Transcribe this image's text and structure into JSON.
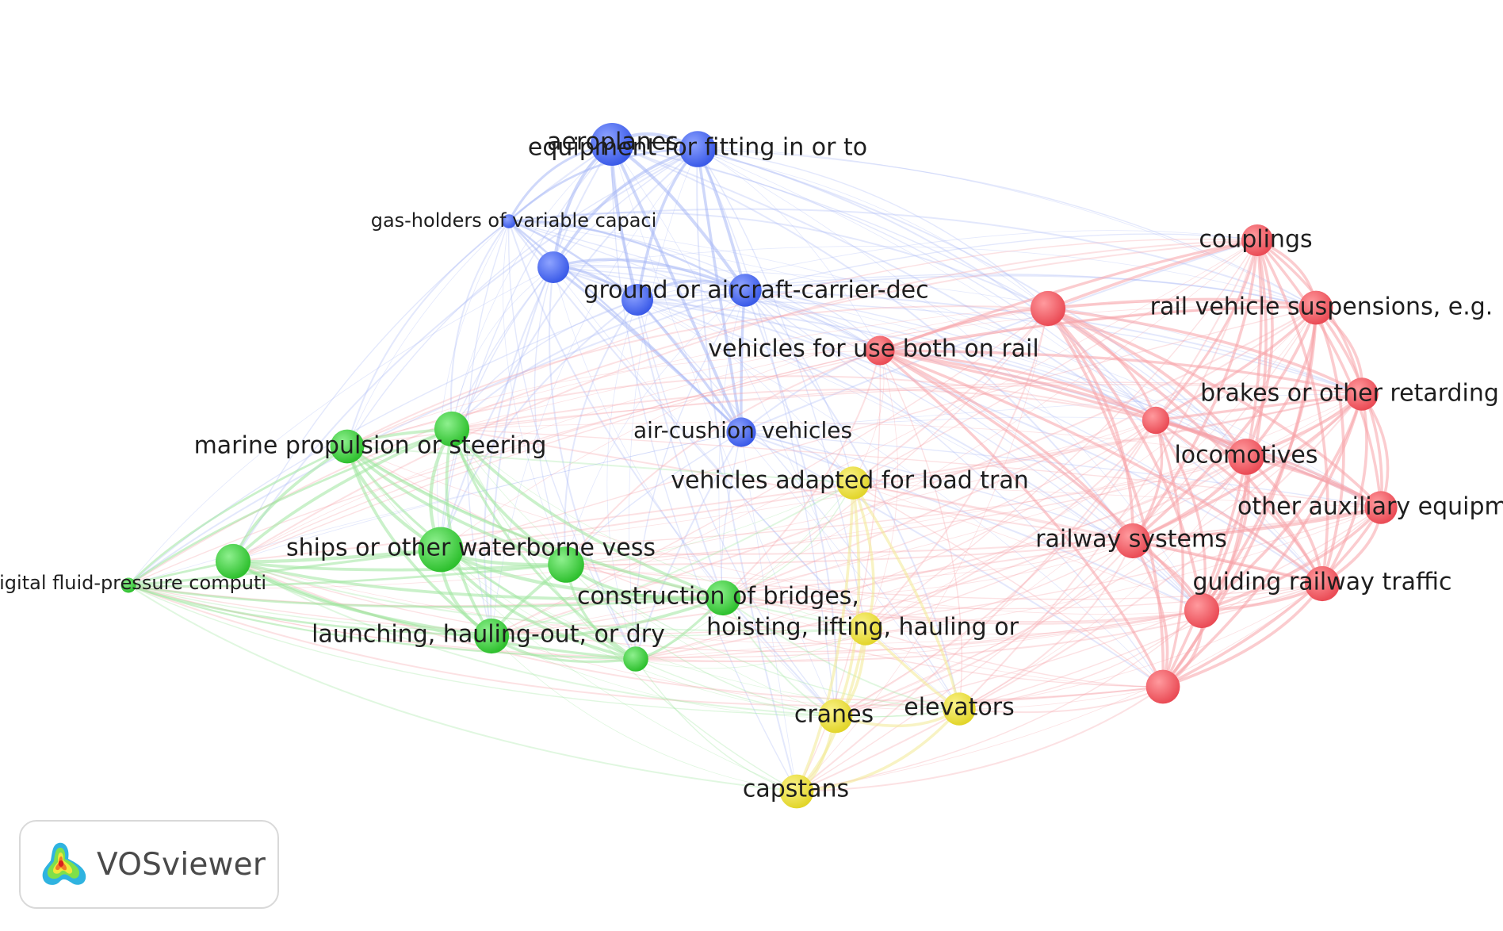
{
  "app": {
    "logo_text": "VOSviewer"
  },
  "clusters": {
    "red": "#f2545b",
    "green": "#3fd13f",
    "blue": "#4a6cf0",
    "yellow": "#ecde3a"
  },
  "edge_colors": {
    "red": "#f7a3a8",
    "green": "#9fe69f",
    "blue": "#a7b8f5",
    "yellow": "#f3ea93"
  },
  "nodes": [
    {
      "id": "aeroplanes",
      "label": "aeroplanes",
      "cluster": "blue",
      "weight": 3.0,
      "label_size": 30
    },
    {
      "id": "equipment",
      "label": "equipment for fitting in or to",
      "cluster": "blue",
      "weight": 2.4,
      "label_size": 30
    },
    {
      "id": "gasholders",
      "label": "gas-holders of variable capaci",
      "cluster": "blue",
      "weight": 0.4,
      "label_size": 24
    },
    {
      "id": "blue4",
      "label": "",
      "cluster": "blue",
      "weight": 2.0,
      "label_size": 0
    },
    {
      "id": "blue5",
      "label": "",
      "cluster": "blue",
      "weight": 2.0,
      "label_size": 0
    },
    {
      "id": "ground",
      "label": "ground or aircraft-carrier-dec",
      "cluster": "blue",
      "weight": 2.1,
      "label_size": 30
    },
    {
      "id": "aircushion",
      "label": "air-cushion vehicles",
      "cluster": "blue",
      "weight": 1.8,
      "label_size": 28
    },
    {
      "id": "vehiclesrail",
      "label": "vehicles for use both on rail",
      "cluster": "red",
      "weight": 1.8,
      "label_size": 30
    },
    {
      "id": "couplings",
      "label": "couplings",
      "cluster": "red",
      "weight": 2.0,
      "label_size": 30
    },
    {
      "id": "red2",
      "label": "",
      "cluster": "red",
      "weight": 2.3,
      "label_size": 0
    },
    {
      "id": "suspensions",
      "label": "rail vehicle suspensions, e.g.",
      "cluster": "red",
      "weight": 2.2,
      "label_size": 30
    },
    {
      "id": "brakes",
      "label": "brakes or other retarding ap",
      "cluster": "red",
      "weight": 2.1,
      "label_size": 30
    },
    {
      "id": "red5",
      "label": "",
      "cluster": "red",
      "weight": 1.6,
      "label_size": 0
    },
    {
      "id": "locomotives",
      "label": "locomotives",
      "cluster": "red",
      "weight": 2.4,
      "label_size": 30
    },
    {
      "id": "auxiliary",
      "label": "other auxiliary equipment",
      "cluster": "red",
      "weight": 2.1,
      "label_size": 30
    },
    {
      "id": "railway",
      "label": "railway systems",
      "cluster": "red",
      "weight": 2.3,
      "label_size": 30
    },
    {
      "id": "guiding",
      "label": "guiding railway traffic",
      "cluster": "red",
      "weight": 2.3,
      "label_size": 30
    },
    {
      "id": "red9",
      "label": "",
      "cluster": "red",
      "weight": 2.3,
      "label_size": 0
    },
    {
      "id": "red10",
      "label": "",
      "cluster": "red",
      "weight": 2.2,
      "label_size": 0
    },
    {
      "id": "marine",
      "label": "marine propulsion or steering",
      "cluster": "green",
      "weight": 2.2,
      "label_size": 30
    },
    {
      "id": "green2",
      "label": "",
      "cluster": "green",
      "weight": 2.3,
      "label_size": 0
    },
    {
      "id": "digital",
      "label": "digital fluid-pressure computi",
      "cluster": "green",
      "weight": 0.5,
      "label_size": 24
    },
    {
      "id": "green4",
      "label": "",
      "cluster": "green",
      "weight": 2.3,
      "label_size": 0
    },
    {
      "id": "ships",
      "label": "ships or other waterborne vess",
      "cluster": "green",
      "weight": 3.2,
      "label_size": 30
    },
    {
      "id": "green6",
      "label": "",
      "cluster": "green",
      "weight": 2.4,
      "label_size": 0
    },
    {
      "id": "bridges",
      "label": "construction of bridges,",
      "cluster": "green",
      "weight": 2.3,
      "label_size": 30
    },
    {
      "id": "launching",
      "label": "launching, hauling-out, or dry",
      "cluster": "green",
      "weight": 2.3,
      "label_size": 30
    },
    {
      "id": "green9",
      "label": "",
      "cluster": "green",
      "weight": 1.4,
      "label_size": 0
    },
    {
      "id": "loadtran",
      "label": "vehicles adapted for load tran",
      "cluster": "yellow",
      "weight": 2.1,
      "label_size": 30
    },
    {
      "id": "hoisting",
      "label": "hoisting, lifting, hauling or",
      "cluster": "yellow",
      "weight": 2.1,
      "label_size": 30
    },
    {
      "id": "cranes",
      "label": "cranes",
      "cluster": "yellow",
      "weight": 2.2,
      "label_size": 30
    },
    {
      "id": "elevators",
      "label": "elevators",
      "cluster": "yellow",
      "weight": 2.1,
      "label_size": 30
    },
    {
      "id": "capstans",
      "label": "capstans",
      "cluster": "yellow",
      "weight": 2.2,
      "label_size": 30
    }
  ]
}
